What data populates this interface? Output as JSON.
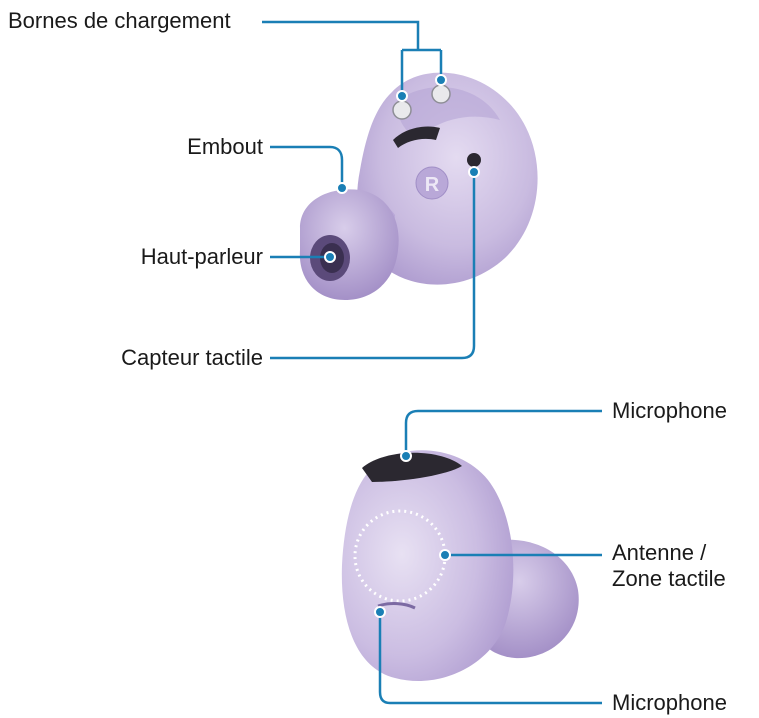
{
  "labels": {
    "charging_contacts": "Bornes de chargement",
    "ear_tip": "Embout",
    "speaker": "Haut-parleur",
    "touch_sensor": "Capteur tactile",
    "microphone_top": "Microphone",
    "antenna_line1": "Antenne /",
    "antenna_line2": "Zone tactile",
    "microphone_bottom": "Microphone"
  },
  "colors": {
    "callout_line": "#1a7fb5",
    "earbud_body": "#c9bbe0",
    "earbud_shade": "#a996cc",
    "earbud_highlight": "#e4dbf1",
    "mesh": "#2b2830",
    "contact": "#e9e9ec",
    "label_text": "#1a1a1a"
  },
  "badge": "R"
}
